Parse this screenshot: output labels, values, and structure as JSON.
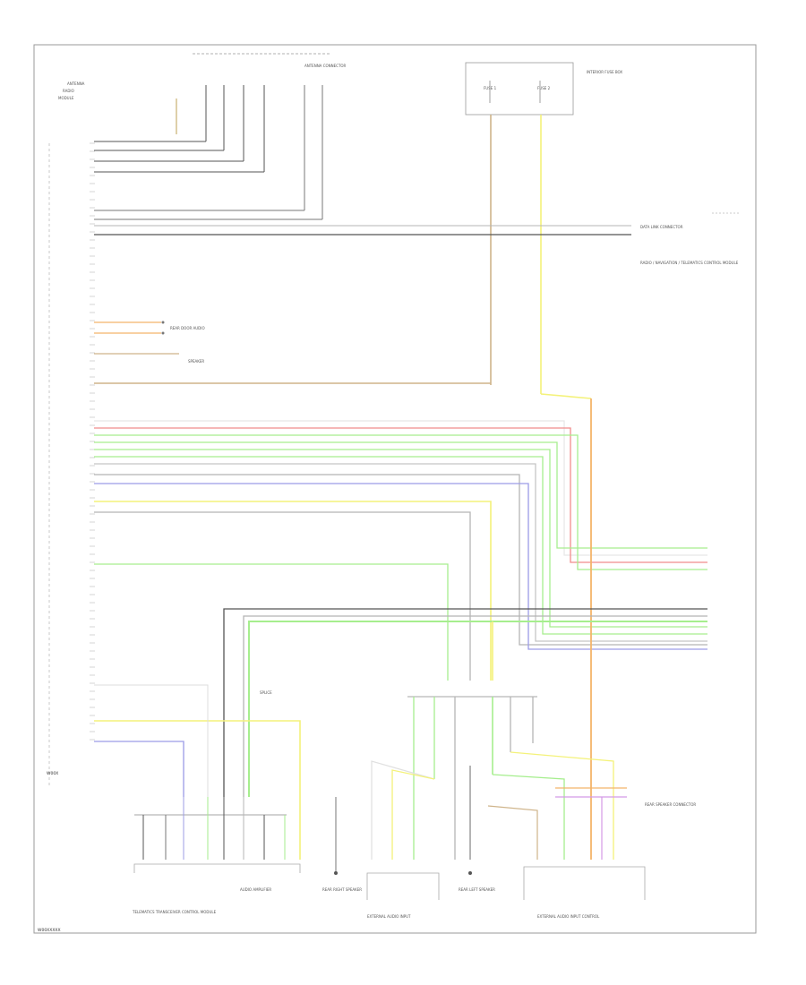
{
  "diagram": {
    "footer_code": "W00XXXXX",
    "page_code": "W00X",
    "colors": {
      "frame": "#9a9a9a",
      "black": "#555555",
      "gray": "#b5b5b5",
      "yellow": "#f4f27a",
      "green": "#a6ee8e",
      "red": "#f08c8c",
      "orange": "#f4b46a",
      "blue": "#9c9ce6",
      "brown": "#cfb48a",
      "white": "#e8e8e8",
      "violet": "#d49ae6"
    },
    "components": {
      "top_left_connector": "ANTENNA CONNECTOR",
      "top_right_module": "INTERIOR FUSE BOX",
      "fuse_a": "FUSE 1",
      "fuse_b": "FUSE 2",
      "right_note": "DATA LINK CONNECTOR",
      "right_note_2": "RADIO / NAVIGATION / TELEMATICS CONTROL MODULE",
      "mid_note": "REAR DOOR AUDIO",
      "mid_small": "SPEAKER",
      "center_splice": "SPLICE",
      "lower_left_amp": "TELEMATICS TRANSCEIVER CONTROL MODULE",
      "lower_mid_amp": "AUDIO AMPLIFIER",
      "lower_spk_1": "REAR RIGHT SPEAKER",
      "lower_spk_2": "EXTERNAL AUDIO INPUT",
      "lower_spk_3": "REAR LEFT SPEAKER",
      "lower_right_module": "EXTERNAL AUDIO INPUT CONTROL",
      "lower_right_note": "REAR SPEAKER CONNECTOR"
    }
  }
}
